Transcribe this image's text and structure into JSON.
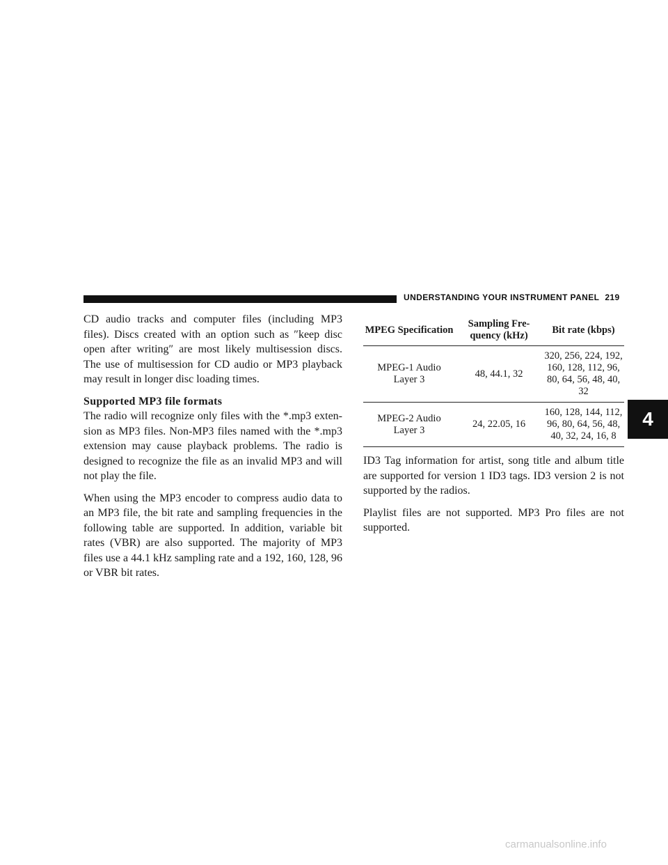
{
  "header": {
    "section_title": "UNDERSTANDING YOUR INSTRUMENT PANEL",
    "page_number": "219"
  },
  "chapter_tab": "4",
  "left_column": {
    "para1": "CD audio tracks and computer files (including MP3 files). Discs created with an option such as ″keep disc open after writing″ are most likely multisession discs. The use of multisession for CD audio or MP3 playback may result in longer disc loading times.",
    "heading": "Supported MP3 file formats",
    "para2": "The radio will recognize only files with the *.mp3 exten-sion as MP3 files. Non-MP3 files named with the *.mp3 extension may cause playback problems. The radio is designed to recognize the file as an invalid MP3 and will not play the file.",
    "para3": "When using the MP3 encoder to compress audio data to an MP3 file, the bit rate and sampling frequencies in the following table are supported. In addition, variable bit rates (VBR) are also supported. The majority of MP3 files use a 44.1 kHz sampling rate and a 192, 160, 128, 96 or VBR bit rates."
  },
  "table": {
    "headers": [
      "MPEG Specification",
      "Sampling Fre-quency (kHz)",
      "Bit rate (kbps)"
    ],
    "rows": [
      [
        "MPEG-1 Audio Layer 3",
        "48, 44.1, 32",
        "320, 256, 224, 192, 160, 128, 112, 96, 80, 64, 56, 48, 40, 32"
      ],
      [
        "MPEG-2 Audio Layer 3",
        "24, 22.05, 16",
        "160, 128, 144, 112, 96, 80, 64, 56, 48, 40, 32, 24, 16, 8"
      ]
    ]
  },
  "right_column": {
    "para1": "ID3 Tag information for artist, song title and album title are supported for version 1 ID3 tags. ID3 version 2 is not supported by the radios.",
    "para2": "Playlist files are not supported. MP3 Pro files are not supported."
  },
  "footer": {
    "watermark": "carmanualsonline.info"
  }
}
